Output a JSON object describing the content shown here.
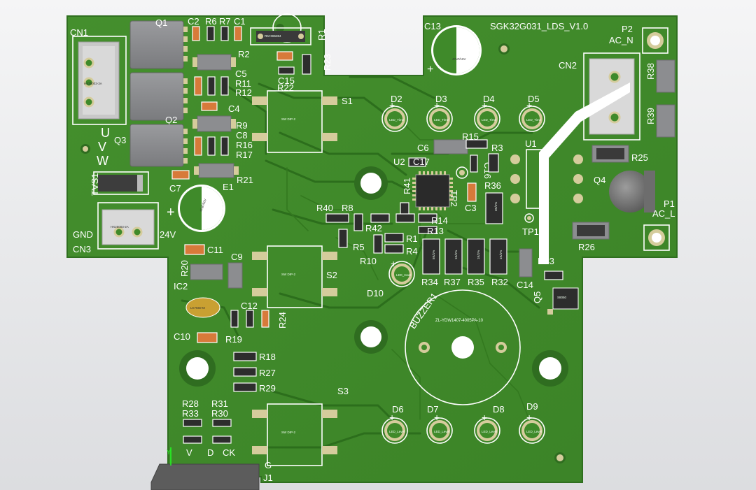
{
  "board": {
    "name": "SGK32G031_LDS_V1.0",
    "colors": {
      "board": "#3f8a2a",
      "trace": "#2c6e1c",
      "silkscreen": "#ffffff",
      "pad": "#d5cc9c",
      "component": "#8c8d90",
      "capacitor": "#d77a3a"
    }
  },
  "connectors": {
    "cn1": {
      "label": "CN1",
      "part": "HX25003-3A"
    },
    "cn2": {
      "label": "CN2"
    },
    "cn3": {
      "label": "CN3",
      "part": "HX25003-2A",
      "left_label": "GND",
      "right_label": "24V"
    },
    "j1": {
      "label": "J1"
    },
    "p1": {
      "label": "P1",
      "sub": "AC_L"
    },
    "p2": {
      "label": "P2",
      "sub": "AC_N"
    }
  },
  "motor_labels": {
    "u": "U",
    "v": "V",
    "w": "W"
  },
  "debug_labels": {
    "v": "V",
    "d": "D",
    "ck": "CK",
    "g": "G"
  },
  "axis": {
    "y": "Y"
  },
  "switches": [
    {
      "label": "S1",
      "part": "SW DIP-2"
    },
    {
      "label": "S2",
      "part": "SW DIP-2"
    },
    {
      "label": "S3",
      "part": "SW DIP-2"
    }
  ],
  "leds_top": [
    {
      "label": "D2",
      "part": "LED_Time"
    },
    {
      "label": "D3",
      "part": "LED_Time"
    },
    {
      "label": "D4",
      "part": "LED_Time"
    },
    {
      "label": "D5",
      "part": "LED_Time"
    }
  ],
  "leds_bottom": [
    {
      "label": "D6",
      "part": "LED_Level"
    },
    {
      "label": "D7",
      "part": "LED_Level"
    },
    {
      "label": "D8",
      "part": "LED_Level"
    },
    {
      "label": "D9",
      "part": "LED_Level"
    }
  ],
  "led_d10": {
    "label": "D10",
    "part": "LED_Heat"
  },
  "buzzer": {
    "label": "BUZZER1",
    "part": "ZL-YDW1407-4005PA-10"
  },
  "electrolytic": {
    "c13": {
      "label": "C13",
      "part": "47uF/16V"
    },
    "e1": {
      "label": "E1",
      "part": "47uF/50V"
    }
  },
  "ics": {
    "u1": {
      "label": "U1"
    },
    "u2": {
      "label": "U2"
    },
    "ic2": {
      "label": "IC2",
      "part": "LK7560-M"
    },
    "q1": {
      "label": "Q1"
    },
    "q2": {
      "label": "Q2"
    },
    "q3": {
      "label": "Q3"
    },
    "q4": {
      "label": "Q4"
    },
    "q5": {
      "label": "Q5",
      "part": "S8050"
    },
    "tvs1": {
      "label": "TVS1"
    },
    "r1_top": {
      "label": "R1",
      "part": "RM-065384"
    },
    "tp1": {
      "label": "TP1"
    },
    "tp2": {
      "label": "TP2"
    }
  },
  "resistor_labels": {
    "r2": "R2",
    "r3": "R3",
    "r4": "R4",
    "r5": "R5",
    "r6": "R6",
    "r7": "R7",
    "r8": "R8",
    "r9": "R9",
    "r10": "R10",
    "r11": "R11",
    "r12": "R12",
    "r13": "R13",
    "r14": "R14",
    "r15": "R15",
    "r16": "R16",
    "r17": "R17",
    "r18": "R18",
    "r19": "R19",
    "r20": "R20",
    "r21": "R21",
    "r22": "R22",
    "r23": "R23",
    "r24": "R24",
    "r25": "R25",
    "r26": "R26",
    "r27": "R27",
    "r28": "R28",
    "r29": "R29",
    "r30": "R30",
    "r31": "R31",
    "r32": "R32",
    "r33": "R33",
    "r34": "R34",
    "r35": "R35",
    "r36": "R36",
    "r37": "R37",
    "r38": "R38",
    "r39": "R39",
    "r40": "R40",
    "r41": "R41",
    "r42": "R42",
    "r43": "R43",
    "r1": "R1"
  },
  "capacitor_labels": {
    "c1": "C1",
    "c2": "C2",
    "c3": "C3",
    "c4": "C4",
    "c5": "C5",
    "c6": "C6",
    "c7": "C7",
    "c8": "C8",
    "c9": "C9",
    "c10": "C10",
    "c11": "C11",
    "c12": "C12",
    "c14": "C14",
    "c15": "C15",
    "c16": "C16",
    "c17": "C17"
  },
  "resistor_values": {
    "r32": "1K/1%",
    "r34": "5K/1%",
    "r35": "1K/1%",
    "r36": "3K/1%",
    "r37": "1K/1%"
  }
}
